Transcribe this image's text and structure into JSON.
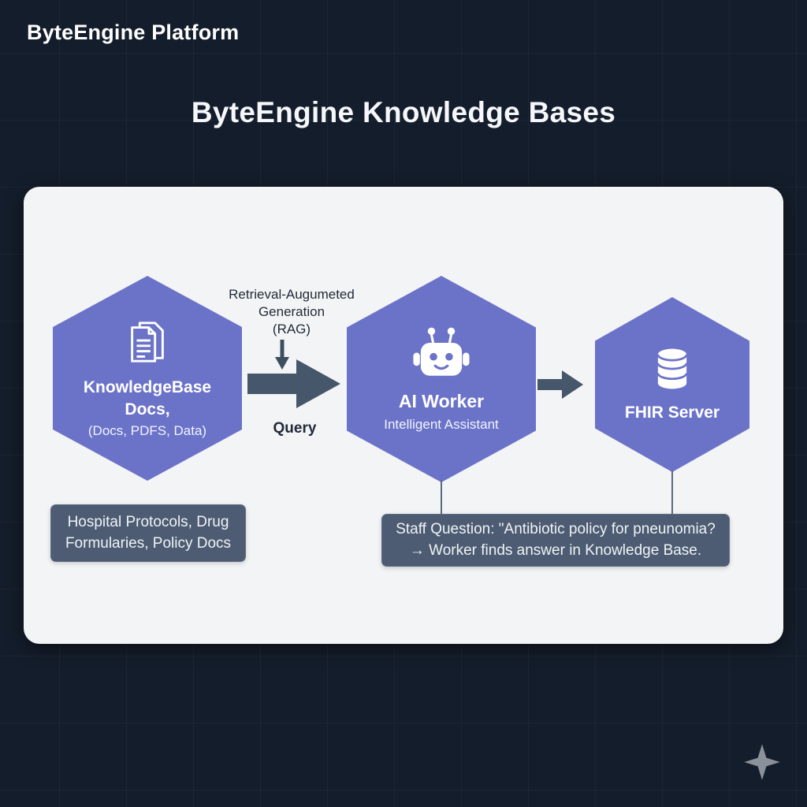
{
  "header": {
    "platform_label": "ByteEngine Platform",
    "title": "ByteEngine Knowledge Bases"
  },
  "nodes": {
    "knowledge_base": {
      "icon": "documents-icon",
      "title_line1": "KnowledgeBase",
      "title_line2": "Docs,",
      "subtitle": "(Docs, PDFS, Data)"
    },
    "ai_worker": {
      "icon": "robot-icon",
      "title": "AI Worker",
      "subtitle": "Intelligent Assistant"
    },
    "fhir_server": {
      "icon": "database-icon",
      "title": "FHIR Server"
    }
  },
  "flow": {
    "rag_line1": "Retrieval-Augumeted",
    "rag_line2": "Generation",
    "rag_line3": "(RAG)",
    "query_label": "Query"
  },
  "callouts": {
    "docs_line1": "Hospital Protocols, Drug",
    "docs_line2": "Formularies, Policy Docs",
    "staff_line1": "Staff Question: \"Antibiotic policy for pneunomia?",
    "staff_line2": "→ Worker finds answer in Knowledge Base."
  },
  "icons": {
    "decoration": "sparkle-icon"
  },
  "colors": {
    "background": "#141d2b",
    "card": "#f3f4f5",
    "hexagon": "#6b73c9",
    "arrow": "#46566b",
    "callout_box": "#4d5c72",
    "text_light": "#ffffff",
    "text_dark": "#1f2a38"
  }
}
